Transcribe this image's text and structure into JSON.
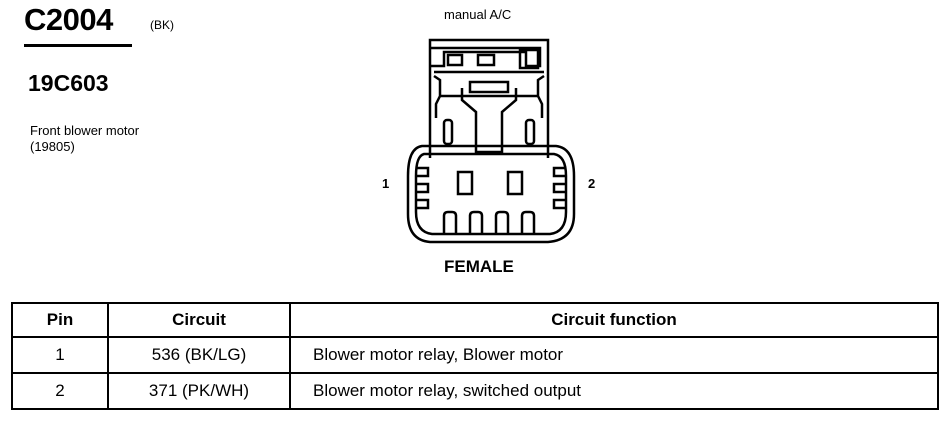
{
  "connector": {
    "id": "C2004",
    "color_code": "(BK)",
    "part_number": "19C603",
    "component_line1": "Front blower motor",
    "component_line2": "(19805)",
    "variant": "manual A/C",
    "gender": "FEMALE",
    "pin_left_label": "1",
    "pin_right_label": "2"
  },
  "table": {
    "headers": [
      "Pin",
      "Circuit",
      "Circuit function"
    ],
    "rows": [
      {
        "pin": "1",
        "circuit": "536 (BK/LG)",
        "function": "Blower motor relay, Blower motor"
      },
      {
        "pin": "2",
        "circuit": "371 (PK/WH)",
        "function": "Blower motor relay, switched output"
      }
    ]
  }
}
